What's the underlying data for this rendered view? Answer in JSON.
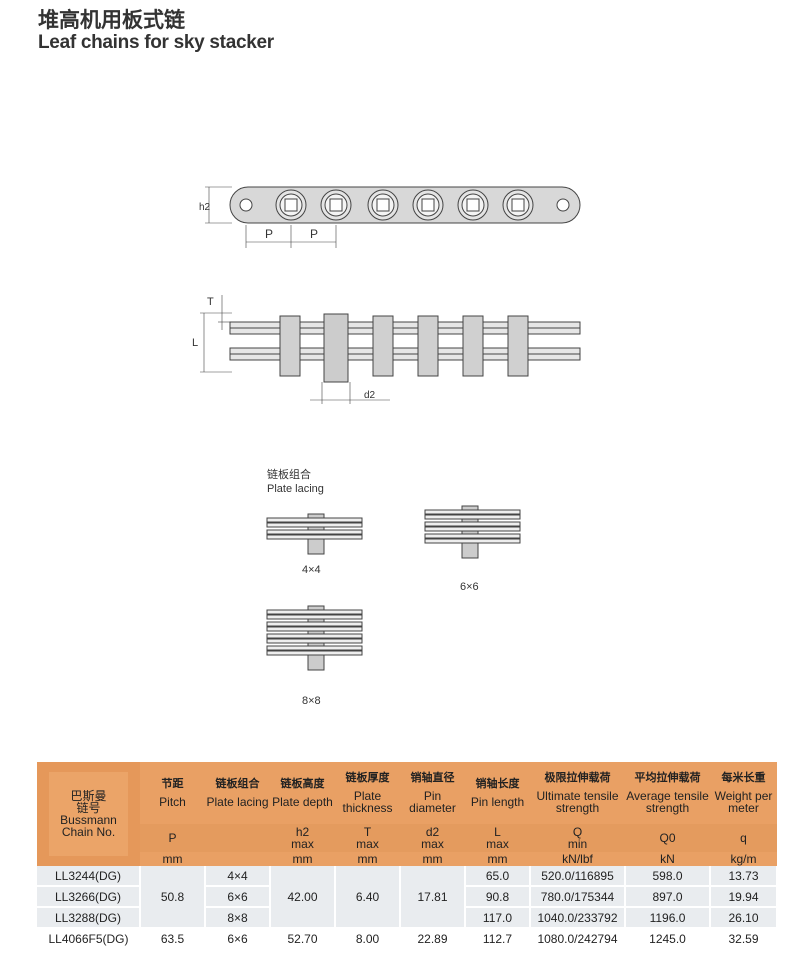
{
  "title_cn": "堆高机用板式链",
  "title_en": "Leaf chains for sky stacker",
  "diagram": {
    "h2": "h2",
    "p1": "P",
    "p2": "P",
    "t": "T",
    "l": "L",
    "d2": "d2",
    "lacing_cn": "链板组合",
    "lacing_en": "Plate lacing",
    "l44": "4×4",
    "l66": "6×6",
    "l88": "8×8"
  },
  "table": {
    "corner": [
      "巴斯曼",
      "链号",
      "Bussmann",
      "Chain No."
    ],
    "headers": [
      {
        "cn": "节距",
        "en": "Pitch",
        "sym": "P",
        "sym2": "",
        "unit": "mm"
      },
      {
        "cn": "链板组合",
        "en": "Plate lacing",
        "sym": "",
        "sym2": "",
        "unit": ""
      },
      {
        "cn": "链板高度",
        "en": "Plate depth",
        "sym": "h2",
        "sym2": "max",
        "unit": "mm"
      },
      {
        "cn": "链板厚度",
        "en": "Plate thickness",
        "sym": "T",
        "sym2": "max",
        "unit": "mm"
      },
      {
        "cn": "销轴直径",
        "en": "Pin diameter",
        "sym": "d2",
        "sym2": "max",
        "unit": "mm"
      },
      {
        "cn": "销轴长度",
        "en": "Pin length",
        "sym": "L",
        "sym2": "max",
        "unit": "mm"
      },
      {
        "cn": "极限拉伸载荷",
        "en": "Ultimate tensile strength",
        "sym": "Q",
        "sym2": "min",
        "unit": "kN/lbf"
      },
      {
        "cn": "平均拉伸载荷",
        "en": "Average tensile strength",
        "sym": "Q0",
        "sym2": "",
        "unit": "kN"
      },
      {
        "cn": "每米长重",
        "en": "Weight per meter",
        "sym": "q",
        "sym2": "",
        "unit": "kg/m"
      }
    ],
    "rows": [
      {
        "no": "LL3244(DG)",
        "lacing": "4×4",
        "L": "65.0",
        "Q": "520.0/116895",
        "Q0": "598.0",
        "q": "13.73"
      },
      {
        "no": "LL3266(DG)",
        "lacing": "6×6",
        "L": "90.8",
        "Q": "780.0/175344",
        "Q0": "897.0",
        "q": "19.94"
      },
      {
        "no": "LL3288(DG)",
        "lacing": "8×8",
        "L": "117.0",
        "Q": "1040.0/233792",
        "Q0": "1196.0",
        "q": "26.10"
      }
    ],
    "group": {
      "pitch": "50.8",
      "depth": "42.00",
      "thick": "6.40",
      "pin": "17.81"
    },
    "last": {
      "no": "LL4066F5(DG)",
      "pitch": "63.5",
      "lacing": "6×6",
      "depth": "52.70",
      "thick": "8.00",
      "pin": "22.89",
      "L": "112.7",
      "Q": "1080.0/242794",
      "Q0": "1245.0",
      "q": "32.59"
    }
  }
}
